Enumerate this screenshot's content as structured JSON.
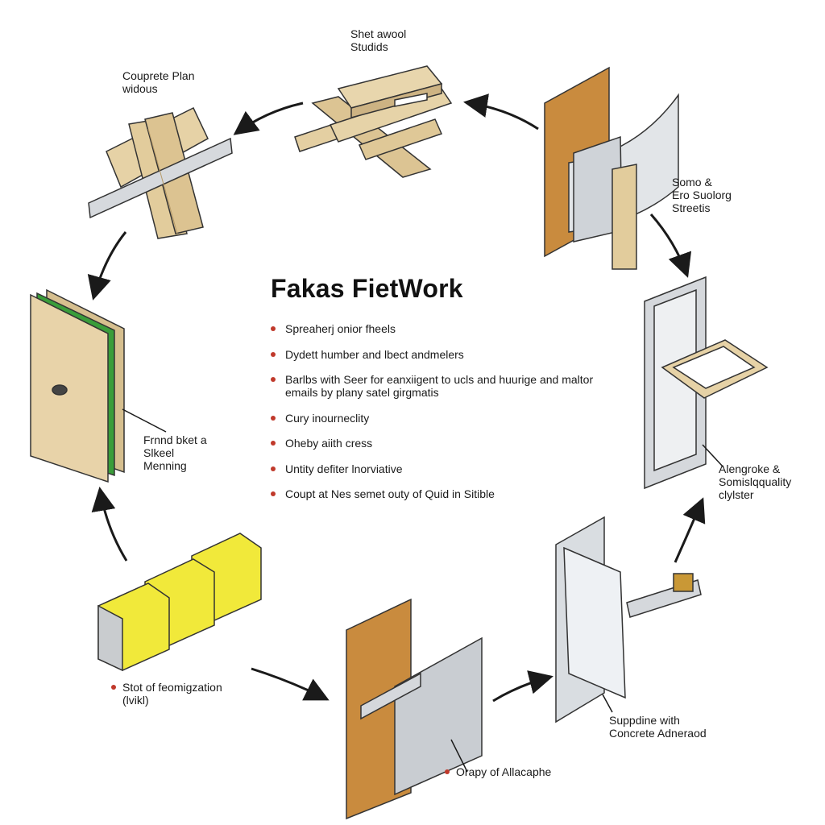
{
  "title": "Fakas FietWork",
  "bullets": [
    "Spreaherj onior fheels",
    "Dydett humber and lbect andmelers",
    "Barlbs with Seer for eanxiigent to ucls and huurige and maltor emails by plany satel girgmatis",
    "Cury inourneclity",
    "Oheby aiith cress",
    "Untity defiter lnorviative",
    "Coupt at Nes semet outy of Quid in Sitible"
  ],
  "labels": {
    "top_center": [
      "Shet awool",
      "Studids"
    ],
    "top_left": [
      "Couprete Plan",
      "widous"
    ],
    "right_top": [
      "Somo &",
      "Ero Suolorg",
      "Streetis"
    ],
    "left_middle": [
      "Frnnd bket a",
      "Slkeel",
      "Menning"
    ],
    "right_middle": [
      "Alengroke &",
      "Somislqquality",
      "clylster"
    ],
    "bottom_left": [
      "Stot of feomigzation",
      "(lvikl)"
    ],
    "bottom_right": [
      "Suppdine with",
      "Concrete Adneraod"
    ],
    "bottom_center": [
      "Orapy of Allacaphe"
    ]
  },
  "colors": {
    "wood_light": "#e8d3a9",
    "wood_dark": "#c98b3e",
    "metal": "#d5d8dc",
    "yellow": "#f1e93a",
    "green_edge": "#3a9d3a",
    "bullet_red": "#c0392b"
  }
}
